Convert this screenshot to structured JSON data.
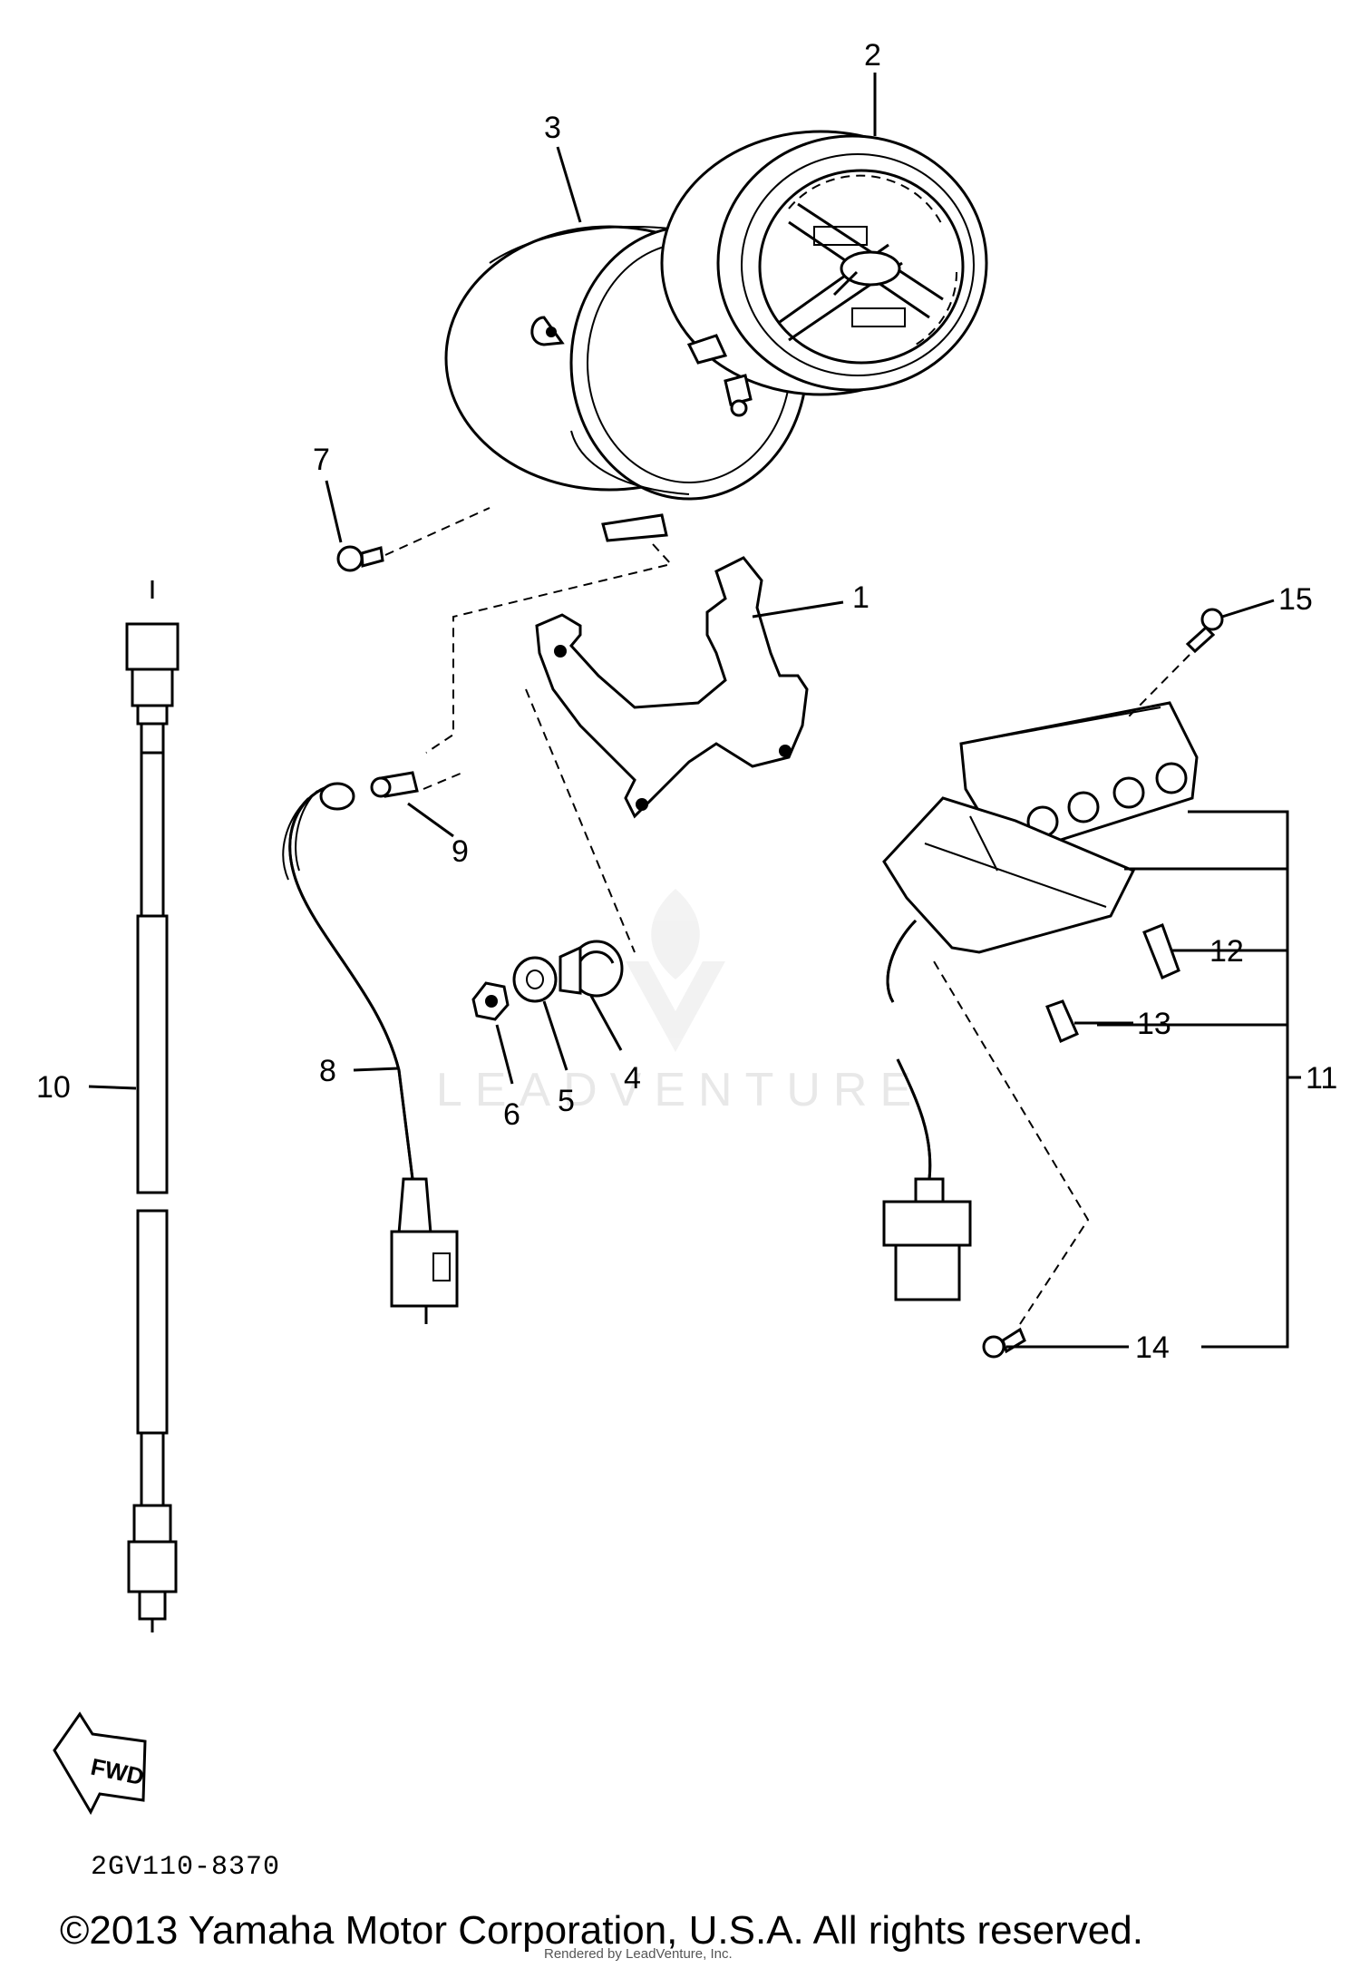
{
  "diagram": {
    "title": "",
    "callouts": [
      "1",
      "2",
      "3",
      "4",
      "5",
      "6",
      "7",
      "8",
      "9",
      "10",
      "11",
      "12",
      "13",
      "14",
      "15"
    ],
    "arrow_label": "FWD",
    "code": "2GV110-8370"
  },
  "footer": {
    "copyright": "©2013 Yamaha Motor Corporation, U.S.A. All rights reserved.",
    "credit": "Rendered by LeadVenture, Inc."
  },
  "watermark": {
    "brand": "LEADVENTURE"
  }
}
